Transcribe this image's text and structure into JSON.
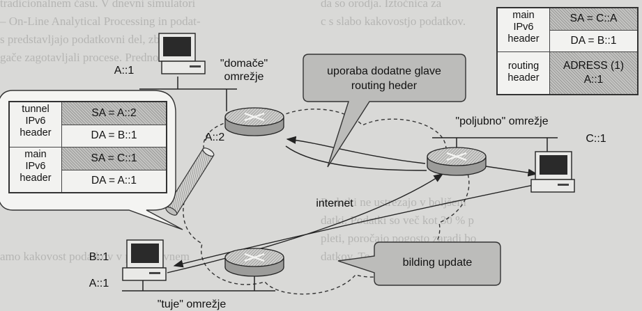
{
  "background_text": {
    "left_lines": [
      "tradicionalnem času. V dnevni simulatori",
      "– On-Line Analytical Processing in podat-",
      "s predstavljajo podatkovni del, zbrane",
      "gače zagotavljali procese. Prednost",
      "",
      "",
      "",
      "",
      "",
      "",
      "",
      "",
      "",
      "",
      "amo kakovost podatkov v podatkovnem"
    ],
    "right_lines": [
      "da so orodja. Iztočnica za",
      "c s slabo kakovostjo podatkov.",
      "",
      "",
      "",
      "",
      "",
      "",
      "",
      "",
      "",
      "Podatki ne ustrezajo v boljšem",
      "datki. Podatki so več kot 30 % p",
      "pleti, poročajo pogosto zaradi bo",
      "datkov. To porodilo poudarja pomem"
    ]
  },
  "labels": {
    "domace_network": "\"domače\"\nomrežje",
    "tuje_network": "\"tuje\" omrežje",
    "poljubno_network": "\"poljubno\" omrežje",
    "internet": "internet",
    "host_a1_top": "A::1",
    "router_a2": "A::2",
    "host_b1": "B::1",
    "host_a1_bottom": "A::1",
    "host_c1": "C::1"
  },
  "callouts": {
    "routing_header": "uporaba dodatne glave\nrouting heder",
    "binding_update": "bilding update"
  },
  "tunnel_packet": {
    "rows": [
      {
        "label": "tunnel\nIPv6\nheader",
        "fields": [
          "SA = A::2",
          "DA = B::1"
        ]
      },
      {
        "label": "main\nIPv6\nheader",
        "fields": [
          "SA = C::1",
          "DA = A::1"
        ]
      }
    ]
  },
  "routing_packet": {
    "rows": [
      {
        "label": "main\nIPv6\nheader",
        "fields": [
          "SA = C::A",
          "DA = B::1"
        ]
      },
      {
        "label": "routing\nheader",
        "fields": [
          "ADRESS (1)\nA::1"
        ]
      }
    ]
  }
}
